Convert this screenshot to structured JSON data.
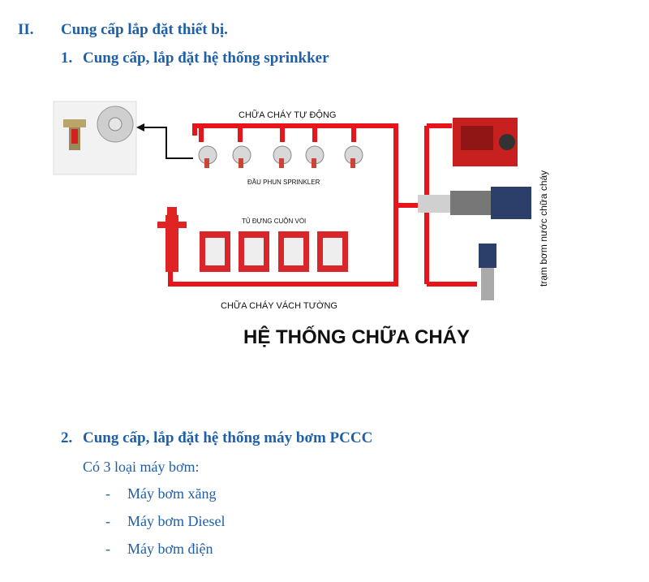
{
  "section": {
    "number": "II.",
    "title": "Cung cấp lắp đặt thiết bị."
  },
  "subsection1": {
    "number": "1.",
    "title": "Cung cấp, lắp đặt hệ thống sprinkker"
  },
  "diagram": {
    "auto_label": "CHỮA CHÁY TỰ ĐỘNG",
    "sprinkler_label": "ĐẦU PHUN SPRINKLER",
    "cabinet_label": "TỦ ĐỰNG CUỘN VÒI",
    "wall_label": "CHỮA CHÁY VÁCH TƯỜNG",
    "pump_station_label": "trạm bơm nước chữa cháy",
    "main_title": "HỆ THỐNG CHỮA CHÁY",
    "colors": {
      "pipe": "#e8141b",
      "cabinet": "#d9262b",
      "heading": "#1f5fa8"
    }
  },
  "subsection2": {
    "number": "2.",
    "title": "Cung cấp, lắp đặt hệ thống máy bơm PCCC"
  },
  "intro": "Có 3 loại máy bơm:",
  "pump_types": [
    {
      "dash": "-",
      "label": "Máy bơm xăng"
    },
    {
      "dash": "-",
      "label": "Máy bơm Diesel"
    },
    {
      "dash": "-",
      "label": "Máy bơm điện"
    }
  ]
}
